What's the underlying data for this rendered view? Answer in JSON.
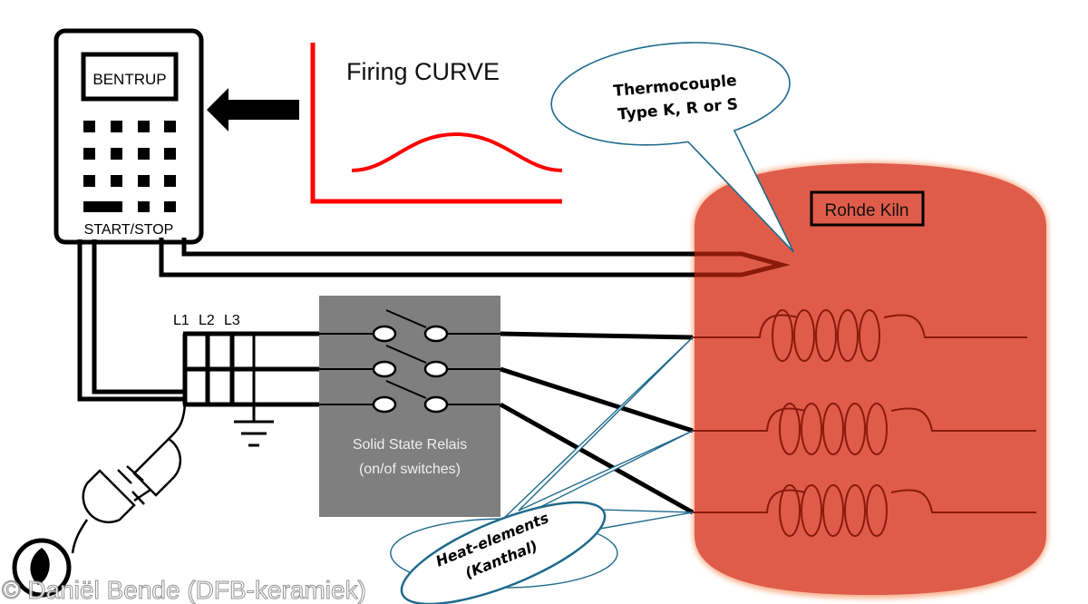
{
  "controller": {
    "brand": "BENTRUP",
    "start_stop_label": "START/STOP"
  },
  "firing_curve": {
    "title": "Firing CURVE"
  },
  "thermocouple": {
    "line1": "Thermocouple",
    "line2": "Type K, R or S"
  },
  "kiln": {
    "label": "Rohde Kiln",
    "fill_color": "#e05c4a",
    "element_color": "#8b1a0a"
  },
  "phases": {
    "l1": "L1",
    "l2": "L2",
    "l3": "L3"
  },
  "relay": {
    "line1": "Solid State Relais",
    "line2": "(on/of switches)",
    "fill_color": "#7f7f7f"
  },
  "heat_elements": {
    "line1": "Heat-elements",
    "line2": "(Kanthal)"
  },
  "callout_color": "#1f6a8c",
  "curve_color": "#ff0000",
  "copyright": "© Daniël Bende (DFB-keramiek)"
}
